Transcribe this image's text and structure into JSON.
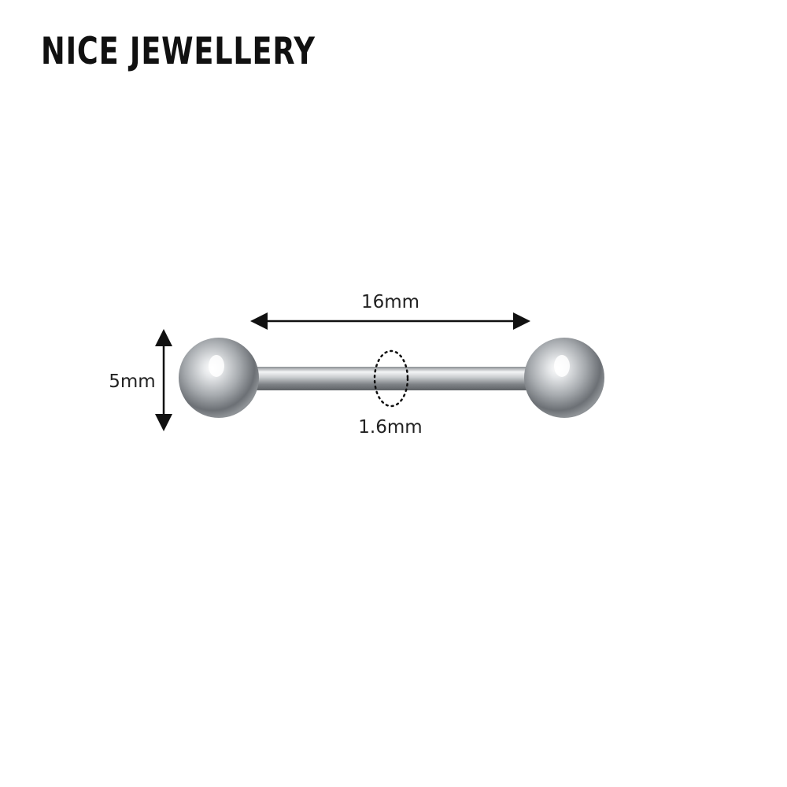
{
  "brand": {
    "name": "NICE JEWELLERY"
  },
  "product": {
    "type": "barbell"
  },
  "dimensions": {
    "length": "16mm",
    "ball_diameter": "5mm",
    "gauge": "1.6mm"
  },
  "colors": {
    "metal": "#b8bcc0",
    "arrow": "#111111",
    "text": "#222222"
  }
}
